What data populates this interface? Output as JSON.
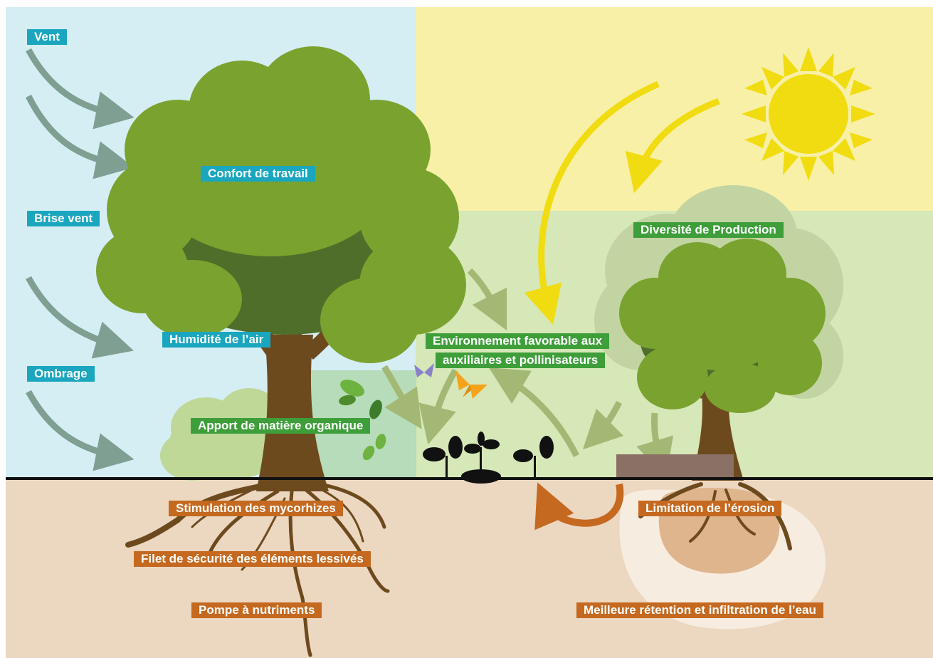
{
  "colors": {
    "sky_left": "#d5eef4",
    "sky_right": "#f8f0a6",
    "field": "#d6e7b8",
    "soil": "#ecd7c1",
    "label_blue": "#1aa6bf",
    "label_green": "#3e9e3a",
    "label_brown": "#c4691f",
    "wind_arrow": "#7f9f93",
    "sun": "#f0dc10"
  },
  "labels": {
    "vent": "Vent",
    "brise_vent": "Brise vent",
    "ombrage": "Ombrage",
    "confort_travail": "Confort de travail",
    "humidite_air": "Humidité de l’air",
    "diversite_production": "Diversité de Production",
    "environnement_line1": "Environnement favorable aux",
    "environnement_line2": "auxiliaires et pollinisateurs",
    "apport_matiere": "Apport de matière organique",
    "stimulation_mycorhizes": "Stimulation des mycorhizes",
    "filet_securite": "Filet de sécurité des éléments lessivés",
    "pompe_nutriments": "Pompe à nutriments",
    "limitation_erosion": "Limitation de l’érosion",
    "meilleure_retention": "Meilleure rétention et infiltration de l’eau"
  },
  "icons": {
    "sun": "sun-icon",
    "butterfly": "butterfly-icon",
    "seedling": "seedling-icon",
    "leaf": "leaf-icon"
  }
}
